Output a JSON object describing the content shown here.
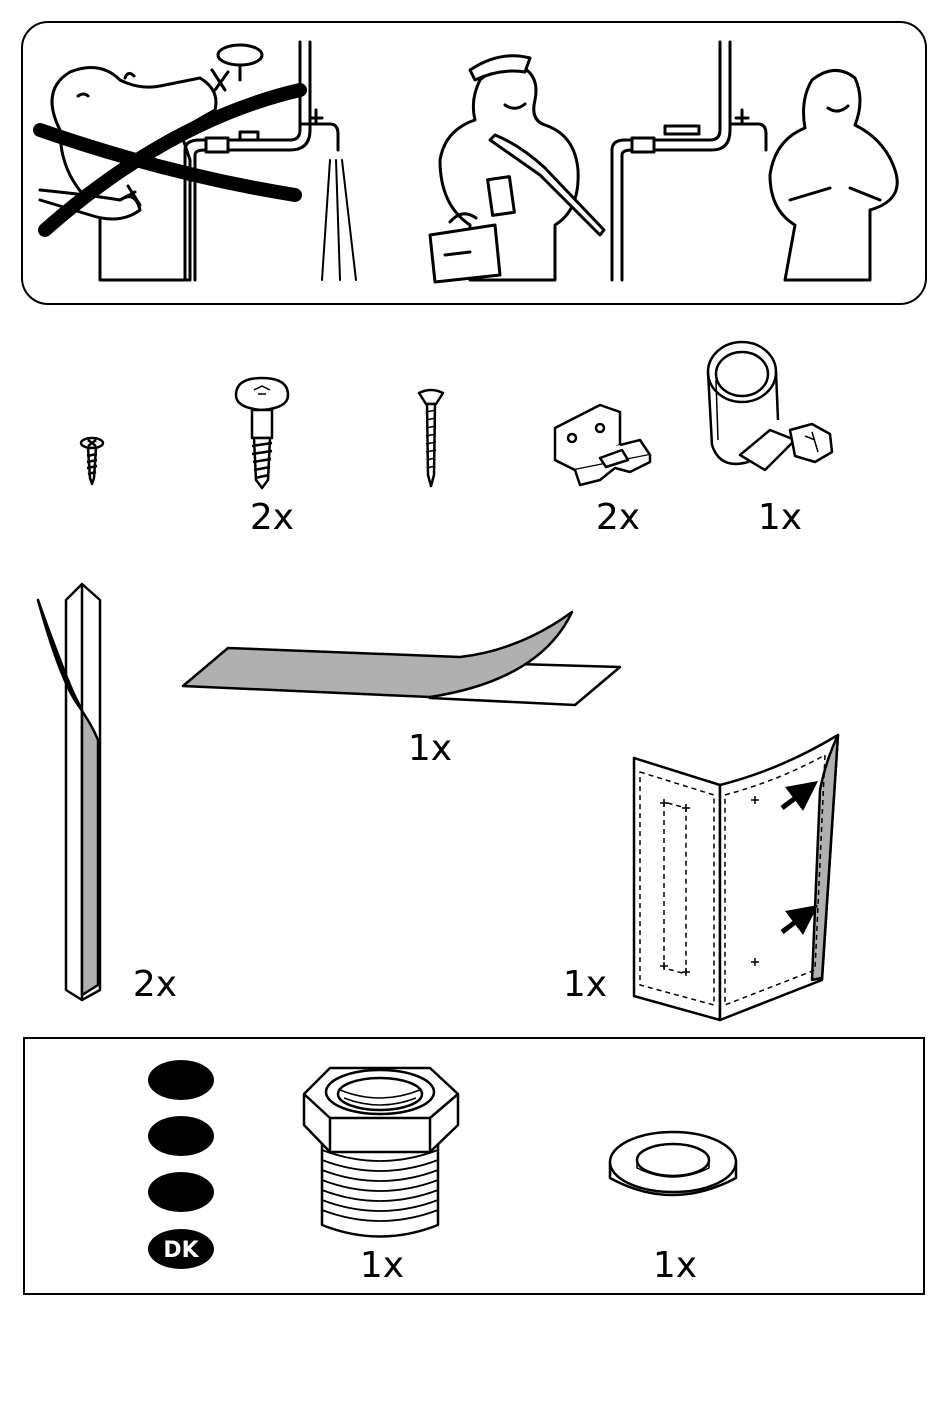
{
  "header_panel": {
    "wrong_scene": "do-not-install-yourself-illustration",
    "right_scene": "call-plumber-illustration"
  },
  "parts_row": [
    {
      "name": "small-screw",
      "qty": ""
    },
    {
      "name": "mushroom-head-bolt",
      "qty": "2x"
    },
    {
      "name": "long-wood-screw",
      "qty": ""
    },
    {
      "name": "mounting-bracket",
      "qty": "2x"
    },
    {
      "name": "hose-clamp",
      "qty": "1x"
    }
  ],
  "tapes": {
    "corner_strip_qty": "2x",
    "adhesive_tape_qty": "1x",
    "template_qty": "1x"
  },
  "country_panel": {
    "country_code": "DK",
    "adapter_qty": "1x",
    "washer_qty": "1x"
  }
}
